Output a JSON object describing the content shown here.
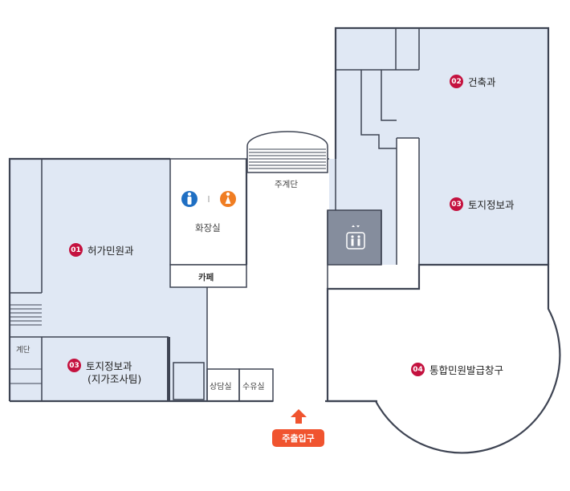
{
  "colors": {
    "wall": "#3e4453",
    "room_fill": "#e0e8f4",
    "elevator_fill": "#858d9d",
    "badge": "#c4123f",
    "entrance": "#f0542f"
  },
  "rooms": {
    "r01": {
      "num": "01",
      "name": "허가민원과"
    },
    "r02": {
      "num": "02",
      "name": "건축과"
    },
    "r03a": {
      "num": "03",
      "name": "토지정보과"
    },
    "r03b": {
      "num": "03",
      "name": "토지정보과",
      "sub": "(지가조사팀)"
    },
    "r04": {
      "num": "04",
      "name": "통합민원발급창구"
    }
  },
  "labels": {
    "main_stairs": "주계단",
    "restroom": "화장실",
    "cafe": "카페",
    "stairs": "계단",
    "consult": "상담실",
    "nursing": "수유실",
    "entrance": "주출입구"
  },
  "icons": [
    "male-restroom-icon",
    "female-restroom-icon",
    "elevator-icon",
    "entrance-arrow-icon"
  ]
}
